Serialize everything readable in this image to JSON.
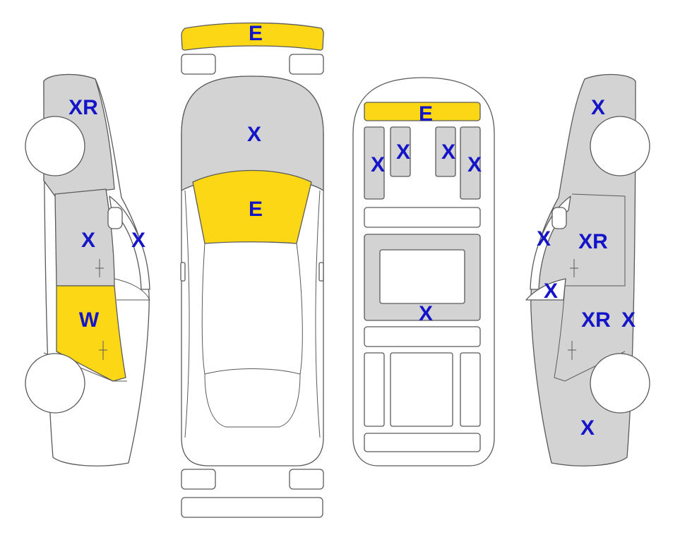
{
  "colors": {
    "label": "#1414c8",
    "damage_gray": "#d3d3d3",
    "damage_yellow": "#fcd716",
    "outline": "#5a5a5a",
    "body": "#ffffff"
  },
  "views": {
    "left_side": {
      "front_fender": "XR",
      "front_door": "X",
      "windshield_pillar": "X",
      "rear_door": "W"
    },
    "top": {
      "front_bumper": "E",
      "hood": "X",
      "windshield": "E"
    },
    "interior": {
      "dashboard": "E",
      "seat_1": "X",
      "seat_2": "X",
      "seat_3": "X",
      "seat_4": "X",
      "floor": "X"
    },
    "right_side": {
      "front_fender": "X",
      "pillar": "X",
      "front_door": "XR",
      "mirror": "X",
      "rear_door": "XR",
      "rear_pillar": "X",
      "rear_quarter": "X"
    }
  }
}
